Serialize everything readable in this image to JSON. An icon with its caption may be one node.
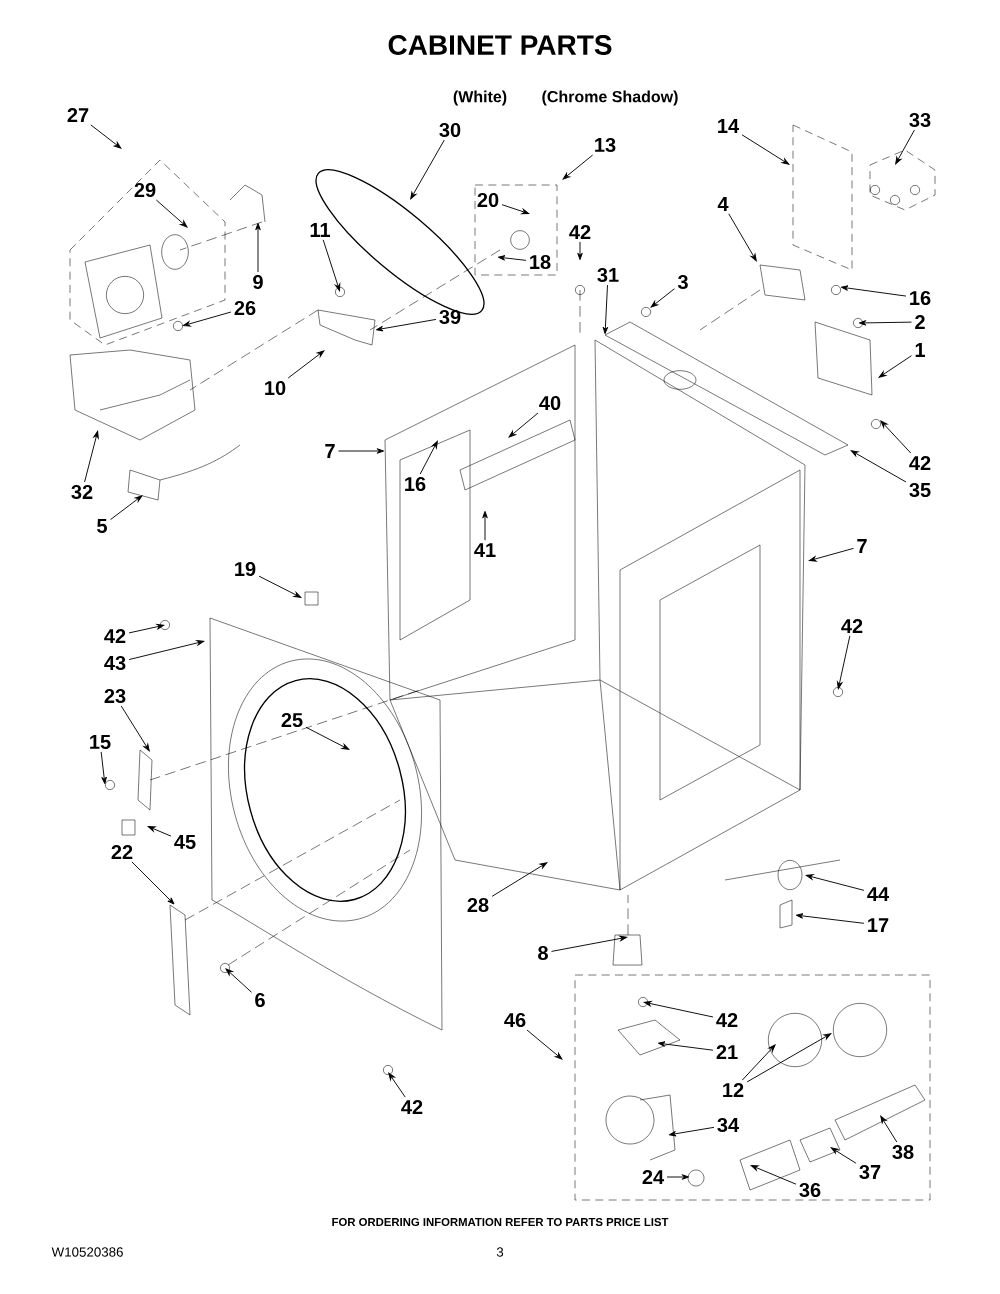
{
  "diagram": {
    "title": "CABINET PARTS",
    "nodes": [
      {
        "text": [
          "27"
        ]
      },
      {
        "text": [
          "29"
        ]
      },
      {
        "text": [
          "9"
        ]
      },
      {
        "text": [
          "30"
        ]
      },
      {
        "text": [
          "20"
        ]
      },
      {
        "text": [
          "13"
        ]
      },
      {
        "text": [
          "18"
        ]
      },
      {
        "text": [
          "42"
        ]
      },
      {
        "text": [
          "11"
        ]
      },
      {
        "text": [
          "26"
        ]
      },
      {
        "text": [
          "39"
        ]
      },
      {
        "text": [
          "10"
        ]
      },
      {
        "text": [
          "31"
        ]
      },
      {
        "text": [
          "3"
        ]
      },
      {
        "text": [
          "14"
        ]
      },
      {
        "text": [
          "33"
        ]
      },
      {
        "text": [
          "4"
        ]
      },
      {
        "text": [
          "16"
        ]
      },
      {
        "text": [
          "2"
        ]
      },
      {
        "text": [
          "1"
        ]
      },
      {
        "text": [
          "42"
        ]
      },
      {
        "text": [
          "35"
        ]
      },
      {
        "text": [
          "40"
        ]
      },
      {
        "text": [
          "7"
        ]
      },
      {
        "text": [
          "16"
        ]
      },
      {
        "text": [
          "41"
        ]
      },
      {
        "text": [
          "32"
        ]
      },
      {
        "text": [
          "5"
        ]
      },
      {
        "text": [
          "19"
        ]
      },
      {
        "text": [
          "42"
        ]
      },
      {
        "text": [
          "43"
        ]
      },
      {
        "text": [
          "23"
        ]
      },
      {
        "text": [
          "15"
        ]
      },
      {
        "text": [
          "25"
        ]
      },
      {
        "text": [
          "45"
        ]
      },
      {
        "text": [
          "22"
        ]
      },
      {
        "text": [
          "6"
        ]
      },
      {
        "text": [
          "28"
        ]
      },
      {
        "text": [
          "7"
        ]
      },
      {
        "text": [
          "42"
        ]
      },
      {
        "text": [
          "44"
        ]
      },
      {
        "text": [
          "17"
        ]
      },
      {
        "text": [
          "8"
        ]
      },
      {
        "text": [
          "46"
        ]
      },
      {
        "text": [
          "42"
        ]
      },
      {
        "text": [
          "21"
        ]
      },
      {
        "text": [
          "12"
        ]
      },
      {
        "text": [
          "34"
        ]
      },
      {
        "text": [
          "24"
        ]
      },
      {
        "text": [
          "36"
        ]
      },
      {
        "text": [
          "37"
        ]
      },
      {
        "text": [
          "38"
        ]
      },
      {
        "text": [
          "42"
        ]
      }
    ],
    "edges": [
      {
        "from": 0,
        "to": null,
        "arrow": "to"
      },
      {
        "from": 1,
        "to": null,
        "arrow": "to"
      },
      {
        "from": 2,
        "to": null,
        "arrow": "to"
      },
      {
        "from": 3,
        "to": null,
        "arrow": "to"
      },
      {
        "from": 4,
        "to": null,
        "arrow": "to"
      },
      {
        "from": 5,
        "to": null,
        "arrow": "to"
      },
      {
        "from": 6,
        "to": null,
        "arrow": "to"
      },
      {
        "from": 7,
        "to": null,
        "arrow": "to"
      },
      {
        "from": 8,
        "to": null,
        "arrow": "to"
      },
      {
        "from": 9,
        "to": null,
        "arrow": "to"
      },
      {
        "from": 10,
        "to": null,
        "arrow": "to"
      },
      {
        "from": 11,
        "to": null,
        "arrow": "to"
      },
      {
        "from": 12,
        "to": null,
        "arrow": "to"
      },
      {
        "from": 13,
        "to": null,
        "arrow": "to"
      },
      {
        "from": 14,
        "to": null,
        "arrow": "to"
      },
      {
        "from": 15,
        "to": null,
        "arrow": "to"
      },
      {
        "from": 16,
        "to": null,
        "arrow": "to"
      },
      {
        "from": 17,
        "to": null,
        "arrow": "to"
      },
      {
        "from": 18,
        "to": null,
        "arrow": "to"
      },
      {
        "from": 19,
        "to": null,
        "arrow": "to"
      },
      {
        "from": 20,
        "to": null,
        "arrow": "to"
      },
      {
        "from": 21,
        "to": null,
        "arrow": "to"
      },
      {
        "from": 22,
        "to": null,
        "arrow": "to"
      },
      {
        "from": 23,
        "to": null,
        "arrow": "to"
      },
      {
        "from": 24,
        "to": null,
        "arrow": "to"
      },
      {
        "from": 25,
        "to": null,
        "arrow": "to"
      },
      {
        "from": 26,
        "to": null,
        "arrow": "to"
      },
      {
        "from": 27,
        "to": null,
        "arrow": "to"
      },
      {
        "from": 28,
        "to": null,
        "arrow": "to"
      },
      {
        "from": 29,
        "to": null,
        "arrow": "to"
      },
      {
        "from": 30,
        "to": null,
        "arrow": "to"
      },
      {
        "from": 31,
        "to": null,
        "arrow": "to"
      },
      {
        "from": 32,
        "to": null,
        "arrow": "to"
      },
      {
        "from": 33,
        "to": null,
        "arrow": "to"
      },
      {
        "from": 34,
        "to": null,
        "arrow": "to"
      },
      {
        "from": 35,
        "to": null,
        "arrow": "to"
      },
      {
        "from": 36,
        "to": null,
        "arrow": "to"
      },
      {
        "from": 37,
        "to": null,
        "arrow": "to"
      },
      {
        "from": 38,
        "to": null,
        "arrow": "to"
      },
      {
        "from": 39,
        "to": null,
        "arrow": "to"
      },
      {
        "from": 40,
        "to": null,
        "arrow": "to"
      },
      {
        "from": 41,
        "to": null,
        "arrow": "to"
      },
      {
        "from": 42,
        "to": null,
        "arrow": "to"
      },
      {
        "from": 43,
        "to": null,
        "arrow": "to"
      },
      {
        "from": 44,
        "to": null,
        "arrow": "to"
      },
      {
        "from": 45,
        "to": null,
        "arrow": "to"
      },
      {
        "from": 46,
        "to": null,
        "arrow": "to"
      },
      {
        "from": 46,
        "to": null,
        "arrow": "to"
      },
      {
        "from": 47,
        "to": null,
        "arrow": "to"
      },
      {
        "from": 48,
        "to": null,
        "arrow": "to"
      },
      {
        "from": 49,
        "to": null,
        "arrow": "to"
      },
      {
        "from": 50,
        "to": null,
        "arrow": "to"
      },
      {
        "from": 51,
        "to": null,
        "arrow": "to"
      },
      {
        "from": 52,
        "to": null,
        "arrow": "to"
      }
    ],
    "labels": [
      "(White)",
      "(Chrome Shadow)",
      "FOR ORDERING INFORMATION REFER TO PARTS PRICE LIST",
      "W10520386",
      "3"
    ]
  }
}
